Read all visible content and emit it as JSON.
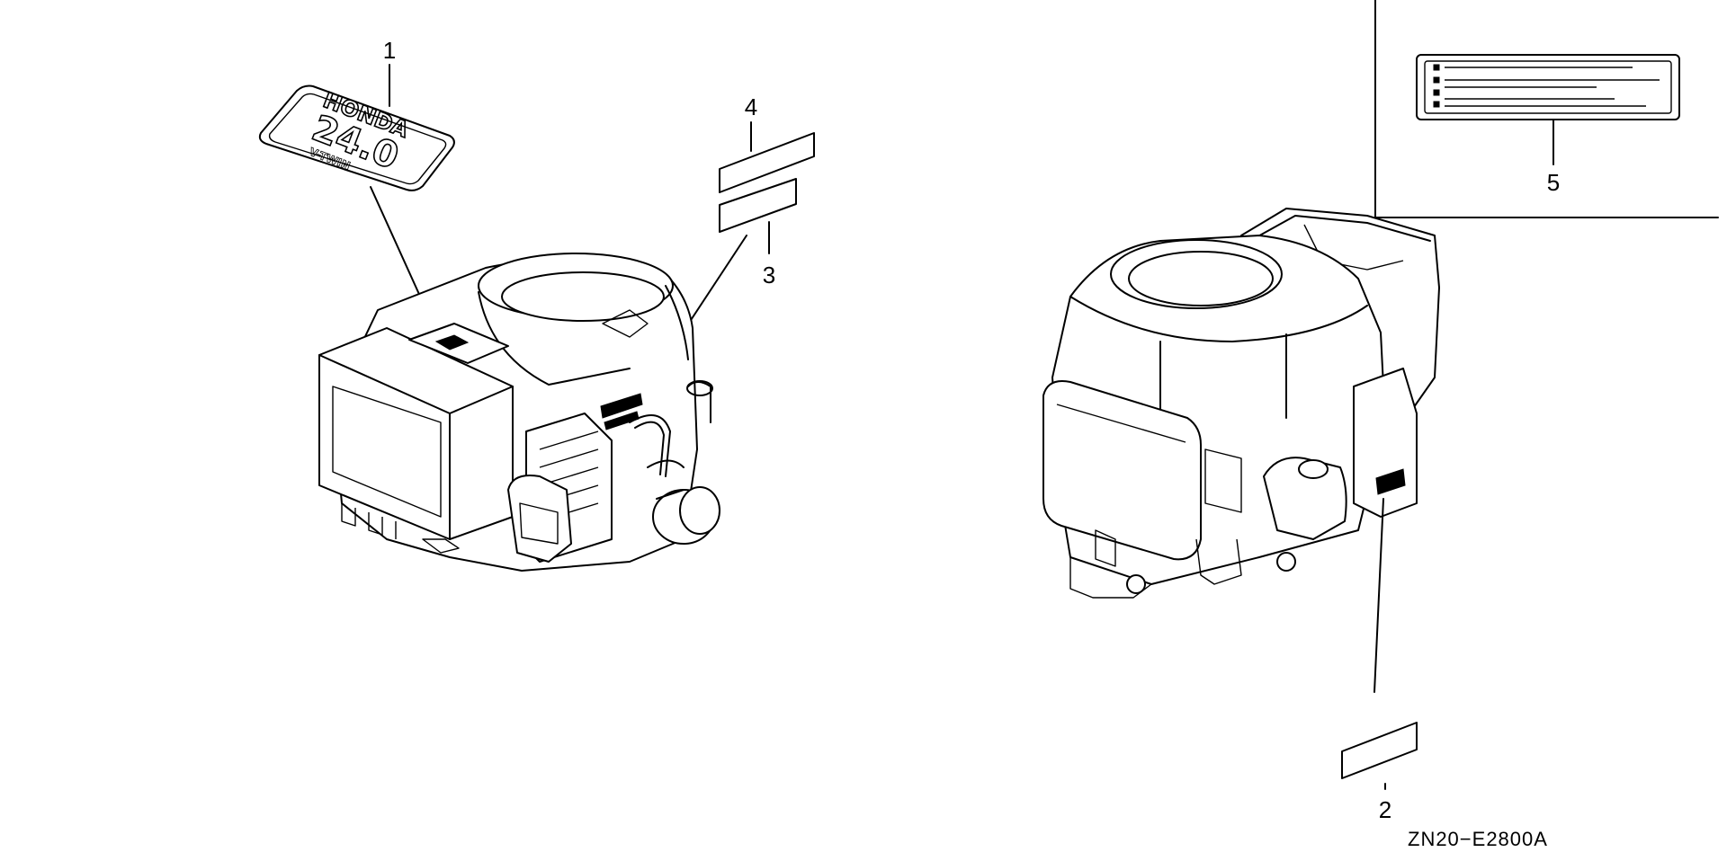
{
  "diagram": {
    "drawing_code": "ZN20−E2800A",
    "callouts": {
      "c1": "1",
      "c2": "2",
      "c3": "3",
      "c4": "4",
      "c5": "5"
    },
    "emblem": {
      "brand": "HONDA",
      "model": "24.0",
      "variant": "V-TWIN"
    }
  }
}
